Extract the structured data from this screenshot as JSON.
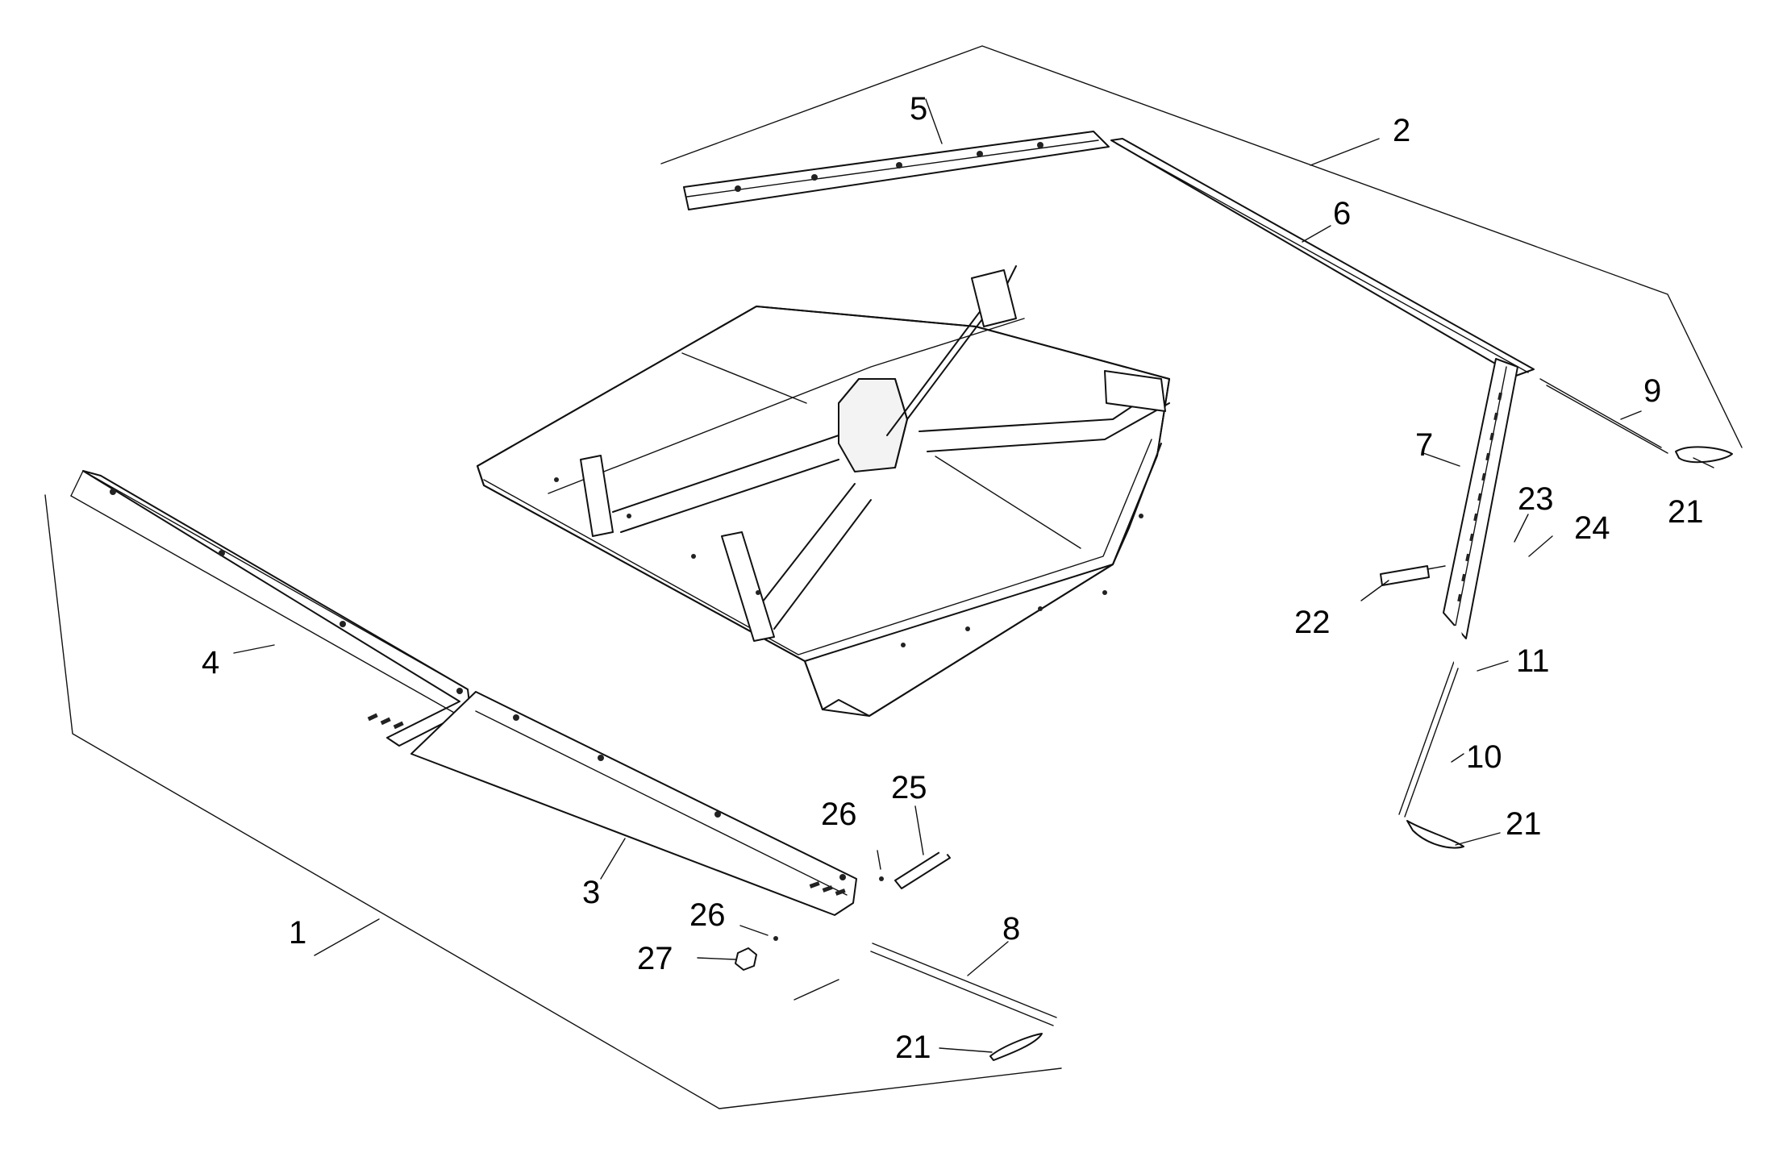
{
  "callouts": {
    "c1": "1",
    "c2": "2",
    "c3": "3",
    "c4": "4",
    "c5": "5",
    "c6": "6",
    "c7": "7",
    "c8": "8",
    "c9": "9",
    "c10": "10",
    "c11": "11",
    "c21a": "21",
    "c21b": "21",
    "c21c": "21",
    "c22": "22",
    "c23": "23",
    "c24": "24",
    "c25": "25",
    "c26a": "26",
    "c26b": "26",
    "c27": "27"
  }
}
